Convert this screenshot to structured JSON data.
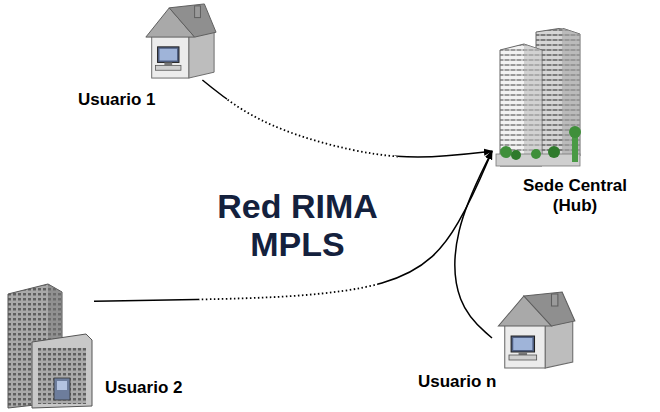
{
  "diagram": {
    "nodes": [
      {
        "text": [
          "Usuario 1"
        ]
      },
      {
        "text": [
          "Sede Central (Hub)"
        ]
      },
      {
        "text": [
          "Red RIMA MPLS"
        ]
      },
      {
        "text": [
          "Usuario 2"
        ]
      },
      {
        "text": [
          "Usuario n"
        ]
      }
    ],
    "edges": [
      {
        "from": 0,
        "to": 1,
        "arrow": "to"
      },
      {
        "from": 3,
        "to": 1,
        "arrow": "to"
      },
      {
        "from": 4,
        "to": 1,
        "arrow": "to"
      }
    ]
  }
}
